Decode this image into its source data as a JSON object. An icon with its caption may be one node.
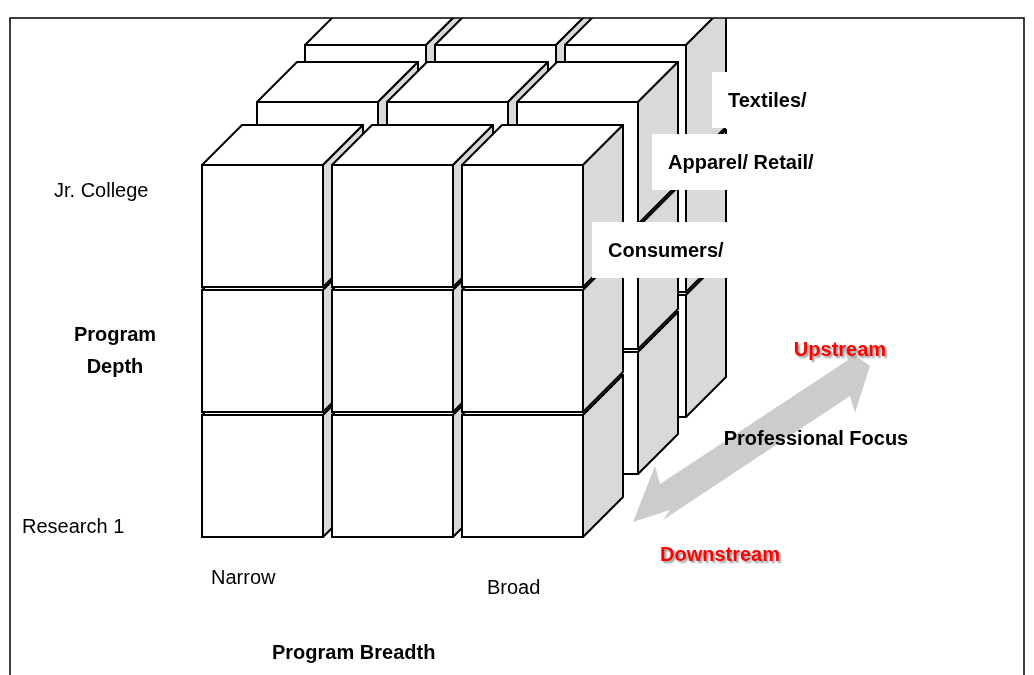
{
  "diagram": {
    "labels": [
      "Textiles/",
      "Jr. College",
      "Apparel/ Retail/",
      "Consumers/",
      "Program Depth",
      "Upstream",
      "Professional Focus",
      "Research 1",
      "Downstream",
      "Narrow",
      "Broad",
      "Program Breadth"
    ]
  }
}
